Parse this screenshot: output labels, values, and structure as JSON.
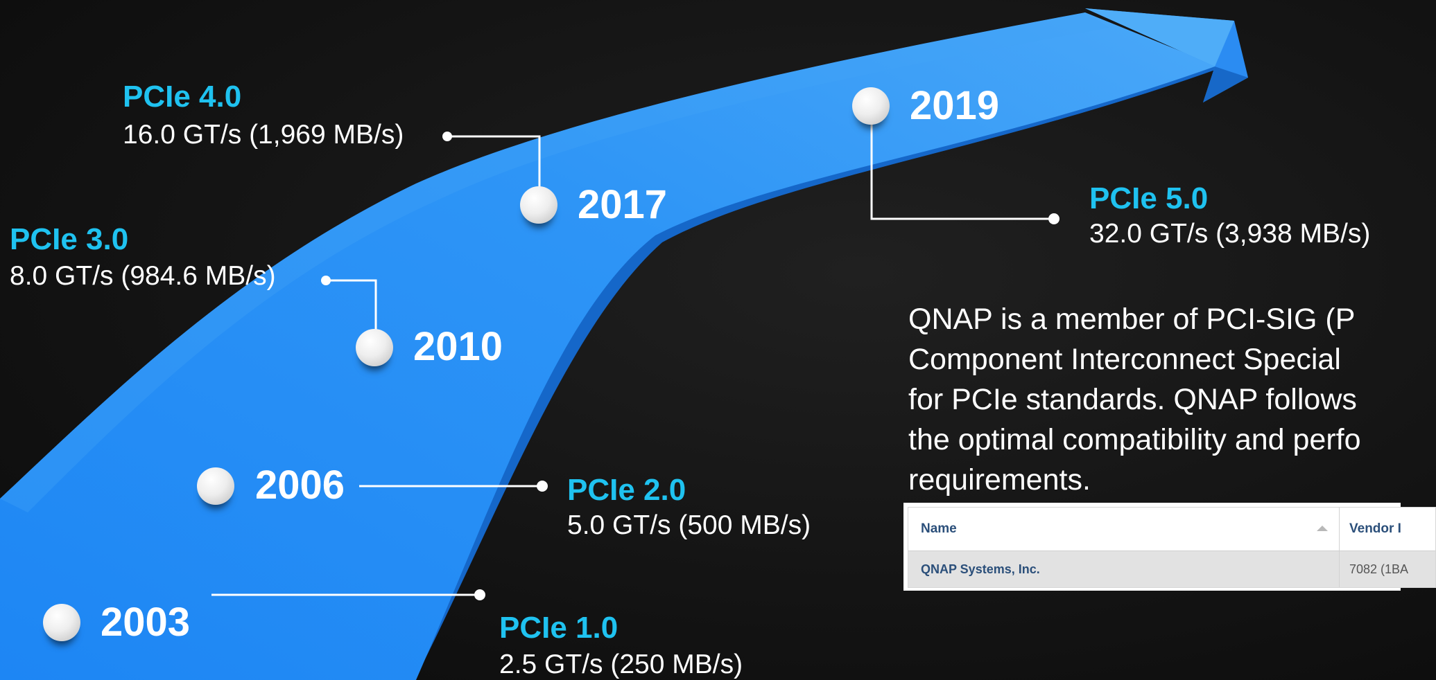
{
  "timeline": [
    {
      "year": "2003",
      "generation": "PCIe 1.0",
      "speed": "2.5 GT/s (250 MB/s)"
    },
    {
      "year": "2006",
      "generation": "PCIe 2.0",
      "speed": "5.0 GT/s (500 MB/s)"
    },
    {
      "year": "2010",
      "generation": "PCIe 3.0",
      "speed": "8.0 GT/s (984.6 MB/s)"
    },
    {
      "year": "2017",
      "generation": "PCIe 4.0",
      "speed": "16.0 GT/s (1,969 MB/s)"
    },
    {
      "year": "2019",
      "generation": "PCIe 5.0",
      "speed": "32.0 GT/s (3,938 MB/s)"
    }
  ],
  "description": "QNAP is a member of PCI-SIG (P\nComponent Interconnect Special \nfor PCIe standards. QNAP follows\nthe optimal compatibility and perfo\nrequirements.",
  "vendor_table": {
    "columns": [
      "Name",
      "Vendor I"
    ],
    "rows": [
      [
        "QNAP Systems, Inc.",
        "7082 (1BA"
      ]
    ]
  },
  "colors": {
    "accent": "#1fc2f0",
    "arrow": "#2f8ff0",
    "background": "#141414"
  },
  "icons": {
    "sort": "sort-up-icon",
    "node": "timeline-node-icon"
  }
}
